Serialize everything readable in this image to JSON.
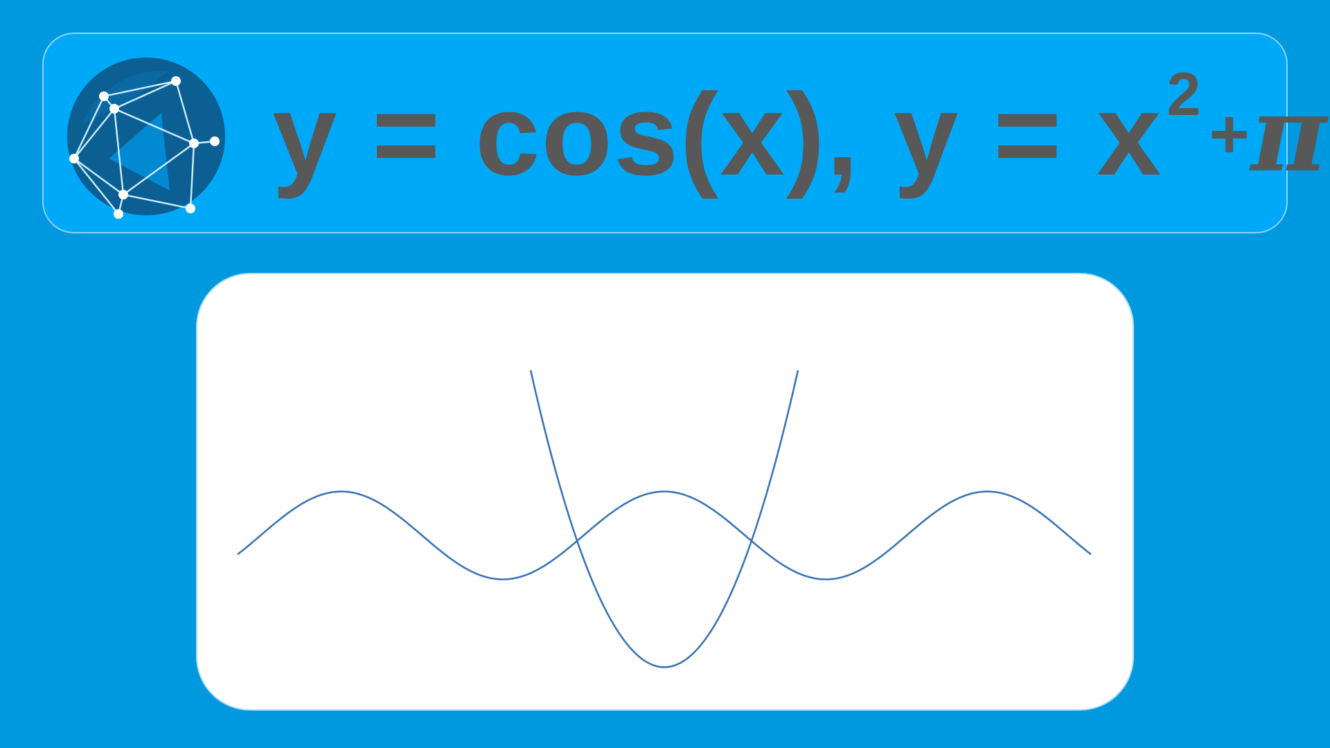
{
  "header": {
    "formula_part1": "y = cos(x), y = x",
    "formula_superscript": "2",
    "formula_plus": "+",
    "formula_pi": "π",
    "text_color": "#585858",
    "background_color": "#00a9f7"
  },
  "logo": {
    "icon": "polyhedron-network-icon",
    "colors": [
      "#0b5f93",
      "#0a78bd",
      "#0090dd",
      "#ffffff"
    ]
  },
  "chart_data": {
    "type": "line",
    "title": "",
    "xlabel": "",
    "ylabel": "",
    "grid": false,
    "axes_visible": false,
    "xlim": [
      -8.3,
      8.3
    ],
    "ylim": [
      -3.2,
      5.6
    ],
    "series": [
      {
        "expression": "cos(x)",
        "color": "#3a74b4",
        "x_range": [
          -8.3,
          8.3
        ],
        "x": [
          -8.3,
          -7.0,
          -6.2832,
          -5.0,
          -3.1416,
          -1.5,
          0,
          1.5,
          3.1416,
          5.0,
          6.2832,
          7.0,
          8.3
        ],
        "y": [
          -0.43,
          0.754,
          1.0,
          0.284,
          -1.0,
          0.071,
          1.0,
          0.071,
          -1.0,
          0.284,
          1.0,
          0.754,
          -0.43
        ]
      },
      {
        "expression": "x^2 - 3",
        "color": "#3a74b4",
        "x_range": [
          -2.6,
          2.6
        ],
        "x": [
          -2.6,
          -2.0,
          -1.5,
          -1.0,
          0,
          1.0,
          1.5,
          2.0,
          2.6
        ],
        "y": [
          3.76,
          1.0,
          -0.75,
          -2.0,
          -3.0,
          -2.0,
          -0.75,
          1.0,
          3.76
        ]
      }
    ]
  }
}
